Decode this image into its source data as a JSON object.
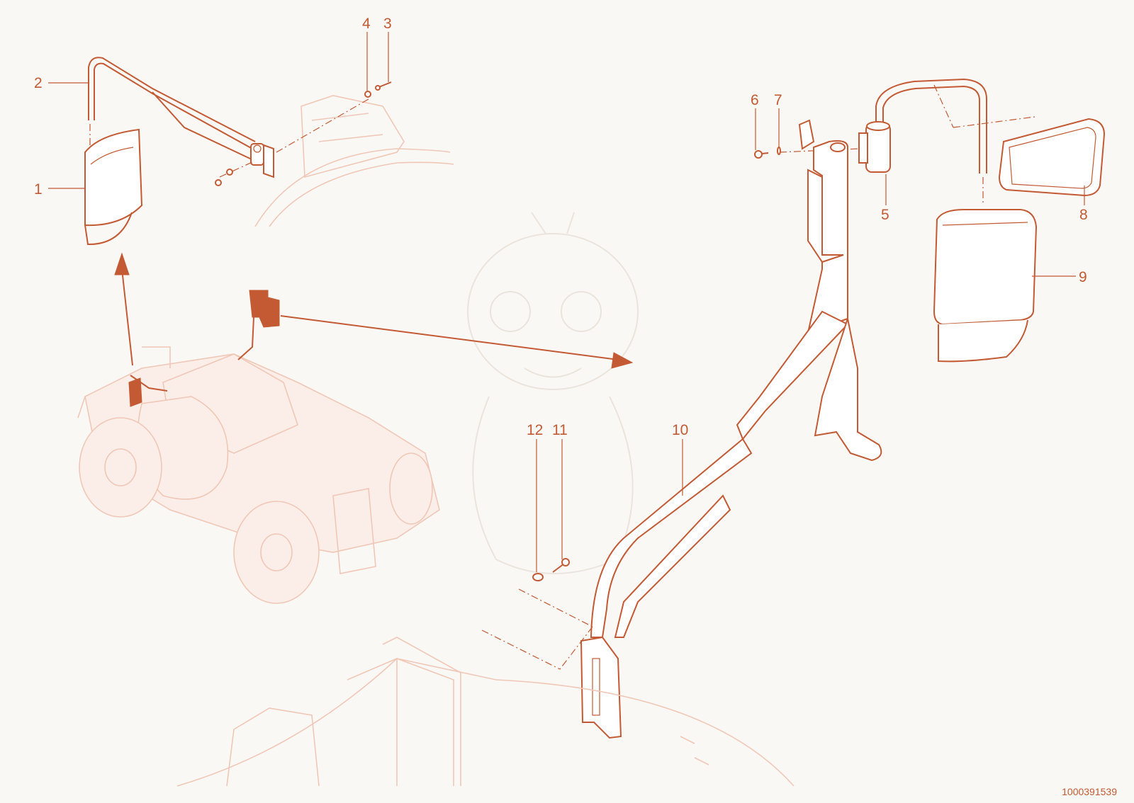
{
  "callouts": [
    {
      "id": "c1",
      "label": "1"
    },
    {
      "id": "c2",
      "label": "2"
    },
    {
      "id": "c3",
      "label": "3"
    },
    {
      "id": "c4",
      "label": "4"
    },
    {
      "id": "c5",
      "label": "5"
    },
    {
      "id": "c6",
      "label": "6"
    },
    {
      "id": "c7",
      "label": "7"
    },
    {
      "id": "c8",
      "label": "8"
    },
    {
      "id": "c9",
      "label": "9"
    },
    {
      "id": "c10",
      "label": "10"
    },
    {
      "id": "c11",
      "label": "11"
    },
    {
      "id": "c12",
      "label": "12"
    }
  ],
  "document_number": "1000391539",
  "colors": {
    "accent": "#c35a33",
    "faint": "#f0c7b6",
    "background": "#faf8f5"
  }
}
